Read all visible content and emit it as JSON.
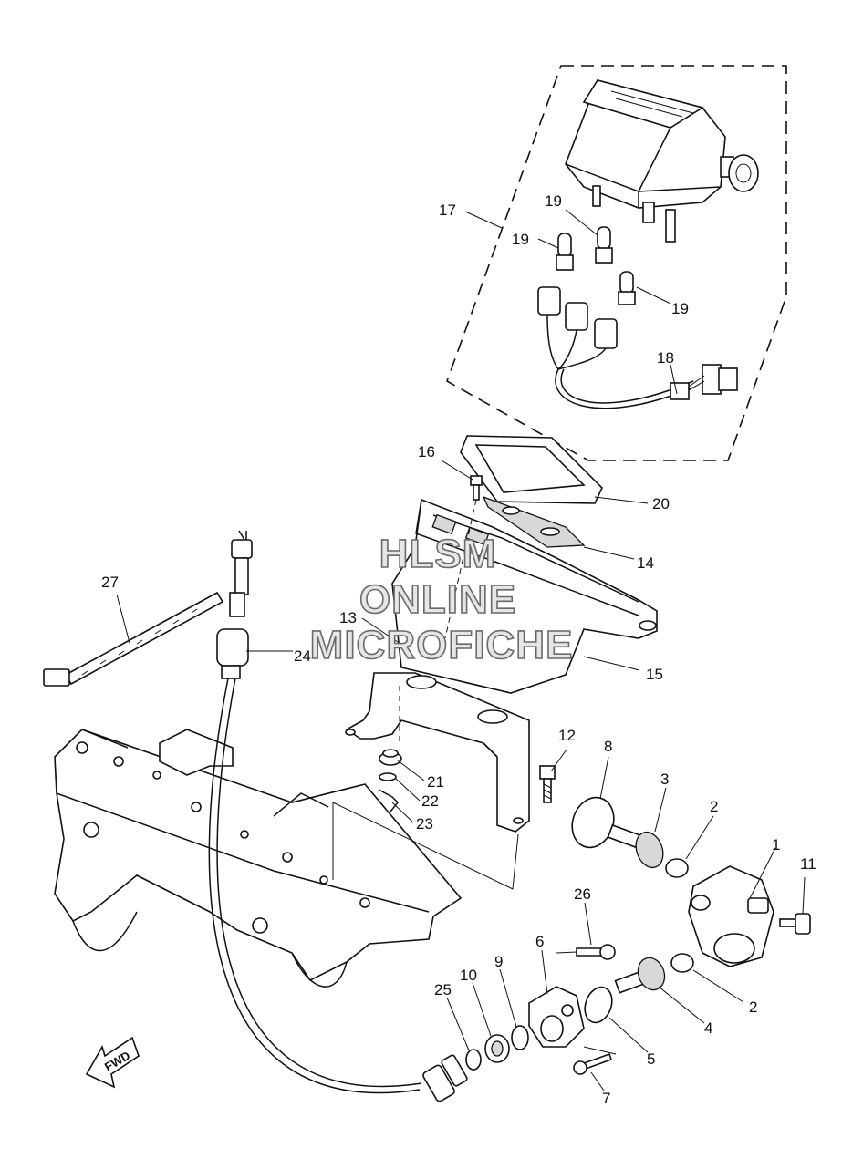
{
  "watermark": {
    "line1": "HLSM",
    "line2": "ONLINE",
    "line3": "MICROFICHE"
  },
  "fwd_label": "FWD",
  "callouts": {
    "c1": "1",
    "c2a": "2",
    "c2b": "2",
    "c3": "3",
    "c4": "4",
    "c5": "5",
    "c6": "6",
    "c7": "7",
    "c8": "8",
    "c9": "9",
    "c10": "10",
    "c11": "11",
    "c12": "12",
    "c13": "13",
    "c14": "14",
    "c15": "15",
    "c16": "16",
    "c17": "17",
    "c18": "18",
    "c19a": "19",
    "c19b": "19",
    "c19c": "19",
    "c20": "20",
    "c21": "21",
    "c22": "22",
    "c23": "23",
    "c24": "24",
    "c25": "25",
    "c26": "26",
    "c27": "27"
  }
}
